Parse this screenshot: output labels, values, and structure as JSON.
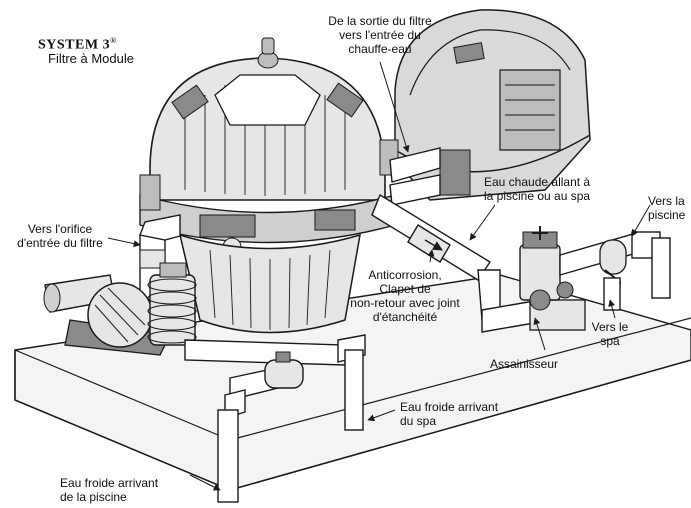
{
  "labels": {
    "brand": "SYSTEM 3",
    "brand_registered": "®",
    "filter_name": "Filtre à Module",
    "filter_to_heater": "De la sortie du filtre\nvers l'entrée du\nchauffe-eau",
    "hot_water": "Eau chaude allant à\nla piscine ou au spa",
    "to_pool": "Vers la\npiscine",
    "to_filter_inlet": "Vers l'orifice\nd'entrée du filtre",
    "check_valve": "Anticorrosion,\nClapet de\nnon-retour avec joint\nd'étanchéité",
    "to_spa": "Vers le\nspa",
    "sanitizer": "Assainisseur",
    "cold_from_spa": "Eau froide arrivant\ndu spa",
    "cold_from_pool": "Eau froide arrivant\nde la piscine"
  },
  "colors": {
    "line": "#1a1a1a",
    "equipment_fill": "#e6e6e6",
    "equipment_dark": "#8a8a8a",
    "slab_fill": "#f4f4f4"
  }
}
